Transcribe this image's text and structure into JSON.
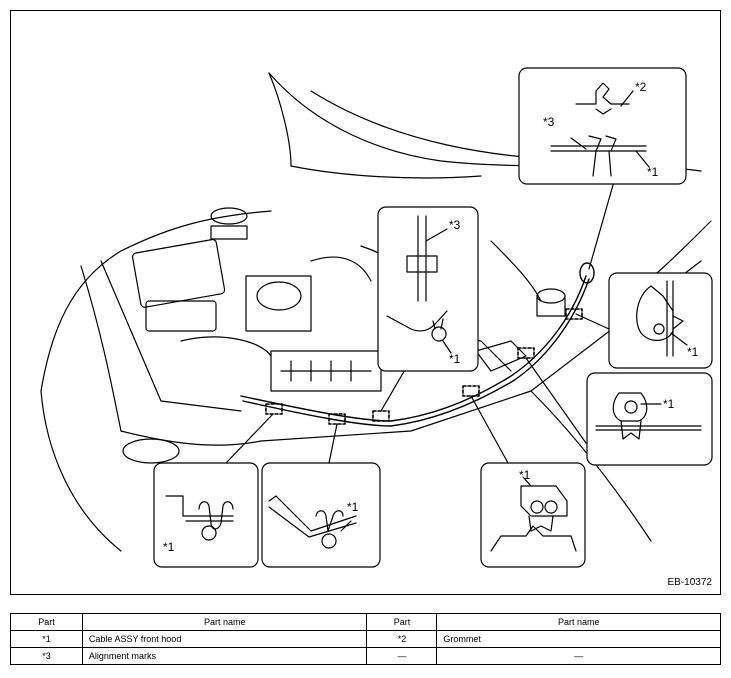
{
  "figure": {
    "id": "EB-10372",
    "callouts": {
      "c1": "*1",
      "c2": "*2",
      "c3": "*3"
    }
  },
  "table": {
    "headers": [
      "Part",
      "Part name",
      "Part",
      "Part name"
    ],
    "rows": [
      [
        "*1",
        "Cable ASSY front hood",
        "*2",
        "Grommet"
      ],
      [
        "*3",
        "Alignment marks",
        "—",
        "—"
      ]
    ]
  }
}
